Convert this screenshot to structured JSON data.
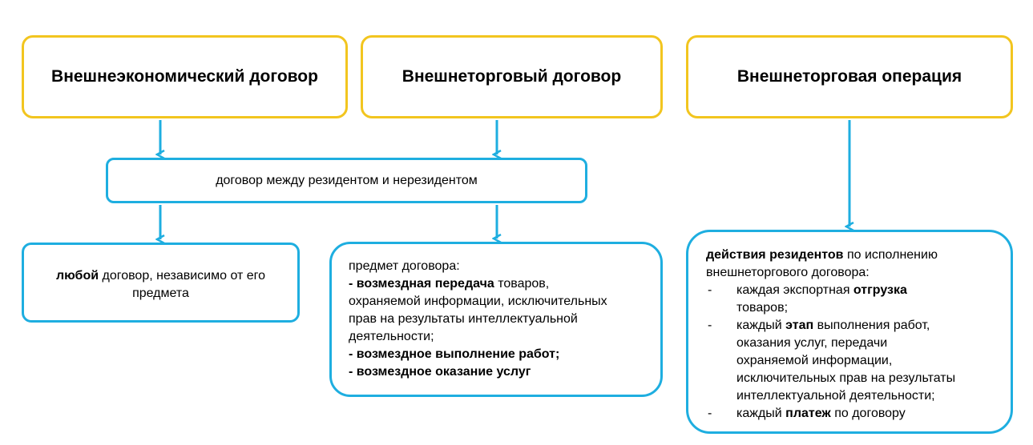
{
  "colors": {
    "top_border": "#f2c51f",
    "bottom_border": "#1eaee0",
    "arrow": "#1eaee0"
  },
  "top_boxes": {
    "foreign_economic_contract": "Внешнеэкономический договор",
    "foreign_trade_contract": "Внешнеторговый договор",
    "foreign_trade_operation": "Внешнеторговая операция"
  },
  "middle_box": {
    "text": "договор между резидентом и нерезидентом"
  },
  "any_contract_box": {
    "bold": "любой",
    "line1_rest": " договор, независимо от его",
    "line2": "предмета"
  },
  "subject_box": {
    "heading": "предмет договора:",
    "item1_bold": "- возмездная передача",
    "item1_line1_rest": " товаров,",
    "item1_line2": "охраняемой информации, исключительных",
    "item1_line3": "прав на результаты интеллектуальной",
    "item1_line4": "деятельности;",
    "item2": "- возмездное выполнение работ;",
    "item3": "- возмездное оказание услуг"
  },
  "actions_box": {
    "heading_bold": "действия резидентов",
    "heading_rest": " по исполнению",
    "heading_line2": "внешнеторгового договора:",
    "dash": "-",
    "item1_pre": "каждая экспортная ",
    "item1_bold": "отгрузка",
    "item1_line2": "товаров;",
    "item2_pre": "каждый ",
    "item2_bold": "этап",
    "item2_rest": " выполнения работ,",
    "item2_line2": "оказания услуг, передачи",
    "item2_line3": "охраняемой информации,",
    "item2_line4": "исключительных прав на результаты",
    "item2_line5": "интеллектуальной деятельности;",
    "item3_pre": "каждый ",
    "item3_bold": "платеж",
    "item3_rest": " по договору"
  }
}
